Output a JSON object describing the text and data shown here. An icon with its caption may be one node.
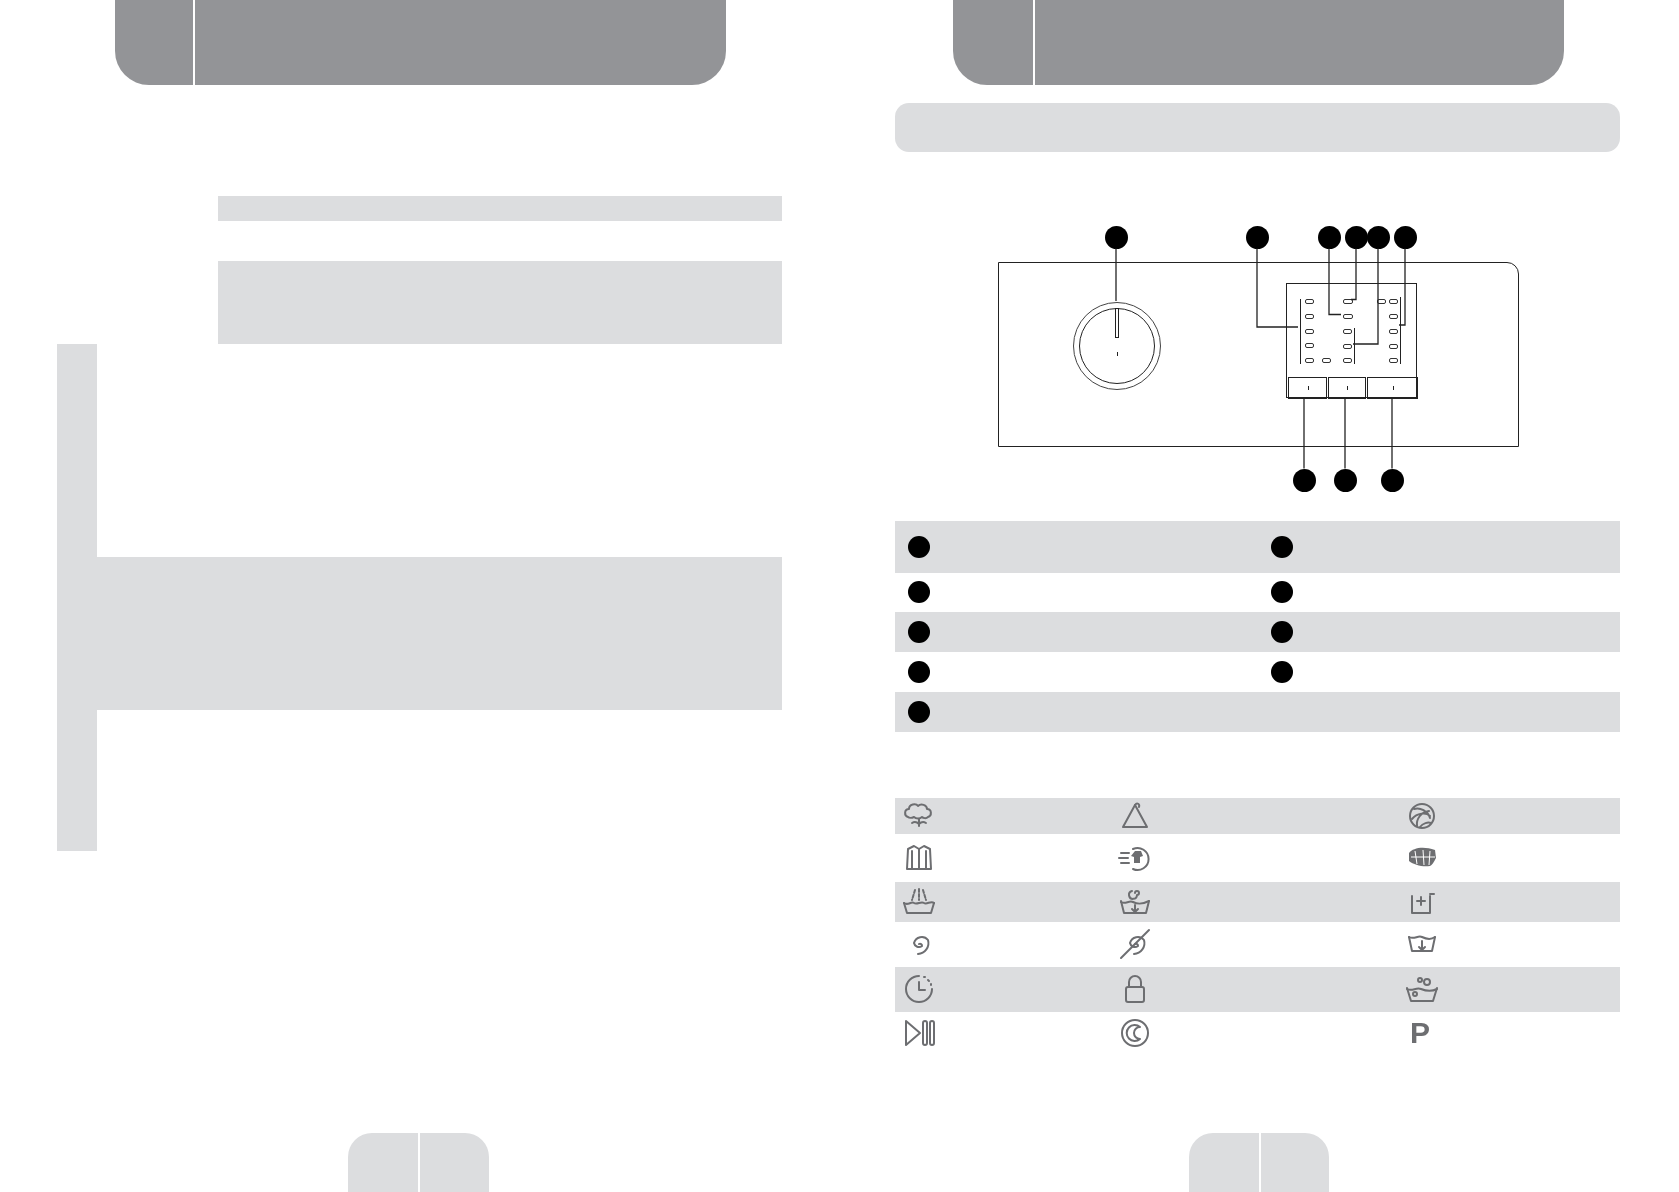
{
  "diagram": {
    "nodes": [
      {
        "text": [],
        "shape": "circle"
      },
      {
        "text": [],
        "shape": "circle"
      },
      {
        "text": [],
        "shape": "circle"
      },
      {
        "text": [],
        "shape": "circle"
      },
      {
        "text": [],
        "shape": "circle"
      },
      {
        "text": [],
        "shape": "circle"
      },
      {
        "text": [],
        "shape": "box"
      },
      {
        "text": [],
        "shape": "circle",
        "in": 6
      },
      {
        "text": [],
        "shape": "box",
        "in": 6
      },
      {
        "text": [],
        "shape": "bar",
        "in": 8
      },
      {
        "text": [],
        "shape": "box",
        "in": 8
      },
      {
        "text": [],
        "shape": "box",
        "in": 8
      },
      {
        "text": [],
        "shape": "bar",
        "in": 8
      },
      {
        "text": [],
        "shape": "bar",
        "in": 8
      },
      {
        "text": [],
        "shape": "box",
        "in": 8
      },
      {
        "text": [],
        "shape": "box",
        "in": 8
      },
      {
        "text": [],
        "shape": "box",
        "in": 8
      },
      {
        "text": [],
        "shape": "circle"
      },
      {
        "text": [],
        "shape": "circle"
      },
      {
        "text": [],
        "shape": "circle"
      },
      {
        "text": [],
        "shape": "circle",
        "in": 33
      },
      {
        "text": [],
        "shape": "circle",
        "in": 33
      },
      {
        "text": [],
        "shape": "circle"
      },
      {
        "text": [],
        "shape": "circle"
      },
      {
        "text": [],
        "shape": "circle",
        "in": 34
      },
      {
        "text": [],
        "shape": "circle",
        "in": 34
      },
      {
        "text": [],
        "shape": "circle"
      },
      {
        "text": [],
        "shape": "circle"
      },
      {
        "text": [],
        "shape": "circle",
        "in": 35
      },
      {
        "text": [],
        "shape": "box"
      },
      {
        "text": [],
        "shape": "box"
      },
      {
        "text": [],
        "shape": "box"
      },
      {
        "text": [],
        "shape": "box"
      },
      {
        "text": [],
        "shape": "box"
      },
      {
        "text": [],
        "shape": "box"
      },
      {
        "text": [],
        "shape": "box"
      },
      {
        "text": [],
        "shape": "box"
      },
      {
        "text": [],
        "shape": "box"
      },
      {
        "text": [],
        "shape": "box"
      }
    ],
    "edges": [
      {
        "from": 0,
        "to": 7,
        "arrow": "none"
      },
      {
        "from": 1,
        "to": 9,
        "arrow": "none"
      },
      {
        "from": 2,
        "to": 10,
        "arrow": "none"
      },
      {
        "from": 3,
        "to": 11,
        "arrow": "none"
      },
      {
        "from": 4,
        "to": 12,
        "arrow": "none"
      },
      {
        "from": 5,
        "to": 13,
        "arrow": "none"
      },
      {
        "from": 17,
        "to": 14,
        "arrow": "none"
      },
      {
        "from": 18,
        "to": 15,
        "arrow": "none"
      },
      {
        "from": 19,
        "to": 16,
        "arrow": "none"
      }
    ],
    "labels": [
      "P"
    ]
  }
}
